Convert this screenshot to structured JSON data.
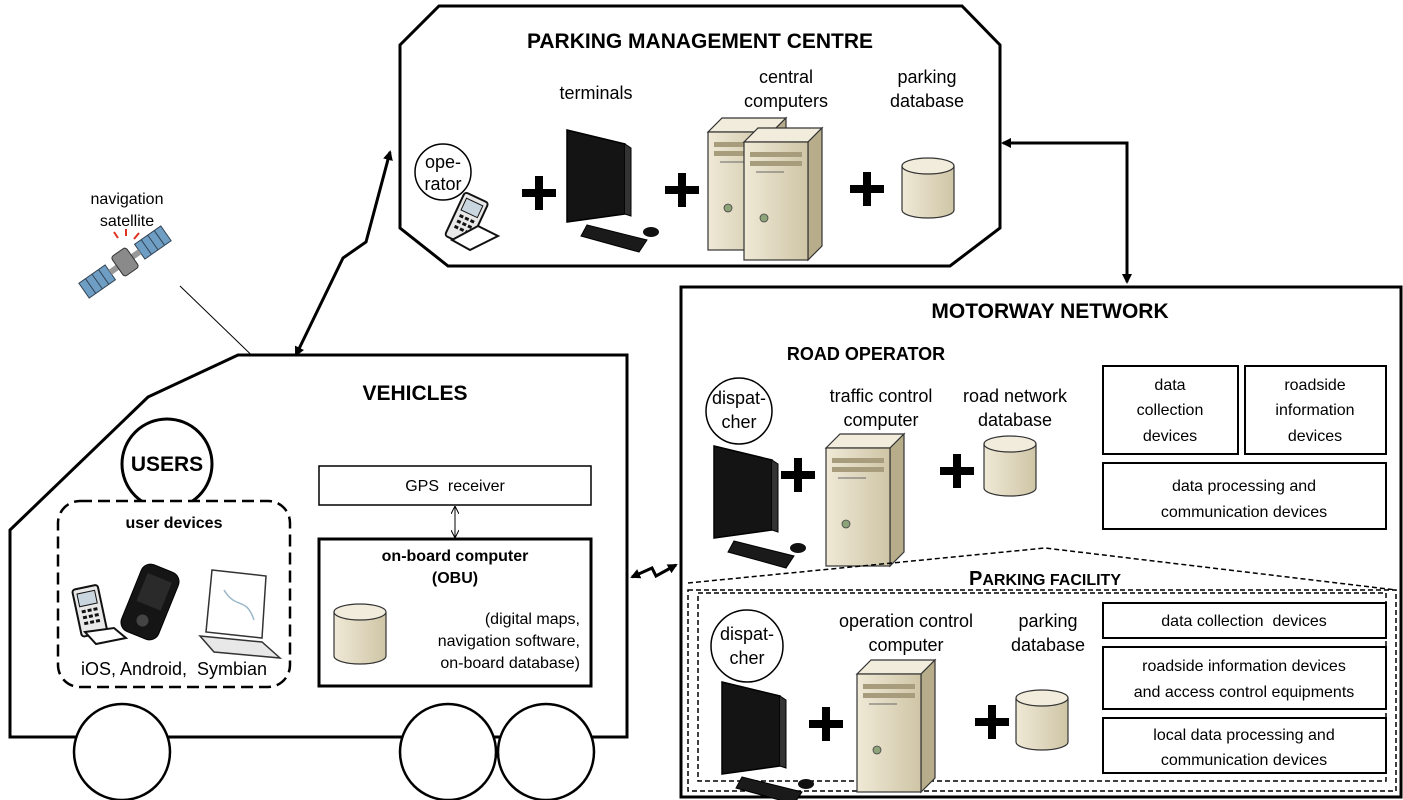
{
  "pmc": {
    "title": "PARKING MANAGEMENT CENTRE",
    "operator": [
      "ope-",
      "rator"
    ],
    "terminals": "terminals",
    "central": [
      "central",
      "computers"
    ],
    "database": [
      "parking",
      "database"
    ]
  },
  "satellite": [
    "navigation",
    "satellite"
  ],
  "vehicles": {
    "title": "VEHICLES",
    "users": "USERS",
    "user_devices": "user devices",
    "platforms": "iOS, Android,  Symbian",
    "gps": "GPS  receiver",
    "obu_title": [
      "on-board computer",
      "(OBU)"
    ],
    "obu_desc": [
      "(digital maps,",
      "navigation software,",
      "on-board database)"
    ]
  },
  "motorway": {
    "title": "MOTORWAY NETWORK",
    "road_operator": "ROAD OPERATOR",
    "dispatcher": [
      "dispat-",
      "cher"
    ],
    "traffic": [
      "traffic control",
      "computer"
    ],
    "road_db": [
      "road network",
      "database"
    ],
    "data_collection": [
      "data",
      "collection",
      "devices"
    ],
    "roadside": [
      "roadside",
      "information",
      "devices"
    ],
    "processing": [
      "data processing and",
      "communication devices"
    ]
  },
  "parking_facility": {
    "title_first": "P",
    "title_rest": "ARKING FACILITY",
    "dispatcher": [
      "dispat-",
      "cher"
    ],
    "operation": [
      "operation control",
      "computer"
    ],
    "db": [
      "parking",
      "database"
    ],
    "data_collection": "data collection  devices",
    "roadside": [
      "roadside information devices",
      "and access control equipments"
    ],
    "local": [
      "local data processing and",
      "communication devices"
    ]
  },
  "colors": {
    "beige": "#e3dcc6",
    "beige_dark": "#c9bf9f",
    "ink": "#000000"
  }
}
